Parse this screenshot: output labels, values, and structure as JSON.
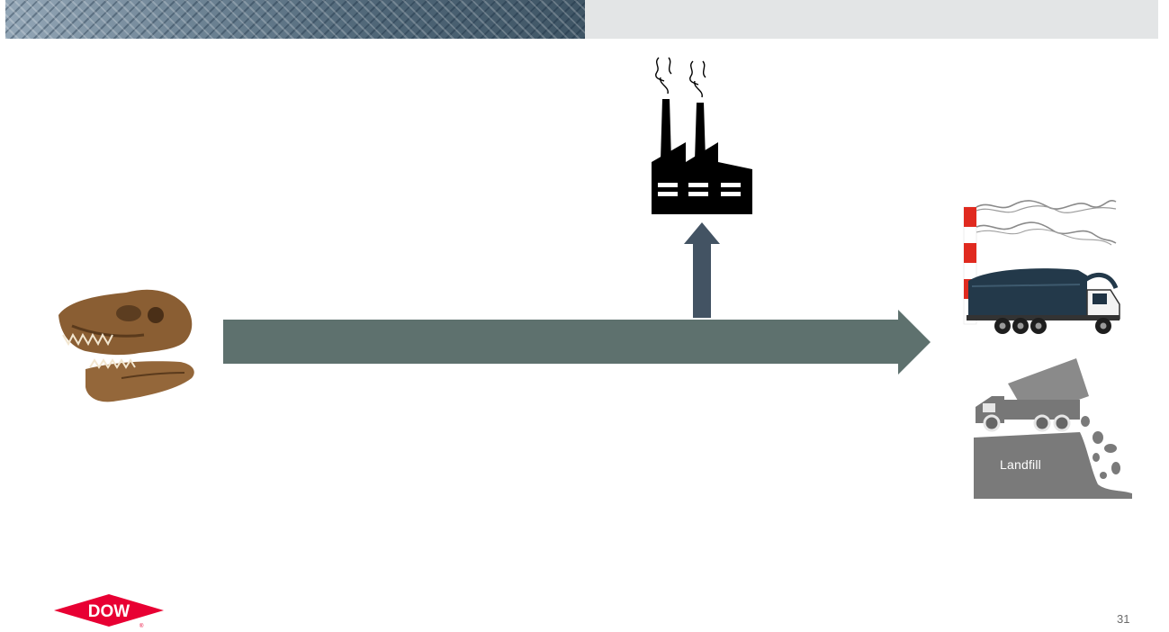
{
  "header": {
    "pattern_color": "#5f7585",
    "bar_color": "#e3e5e6"
  },
  "diagram": {
    "main_arrow_color": "#5e716e",
    "up_arrow_color": "#435363",
    "icons": [
      "dinosaur-skull-icon",
      "factory-icon",
      "smokestack-icon",
      "garbage-truck-icon",
      "dump-truck-icon"
    ]
  },
  "landfill": {
    "label": "Landfill"
  },
  "footer": {
    "logo_text": "DOW",
    "logo_color": "#e80033",
    "page_number": "31"
  }
}
